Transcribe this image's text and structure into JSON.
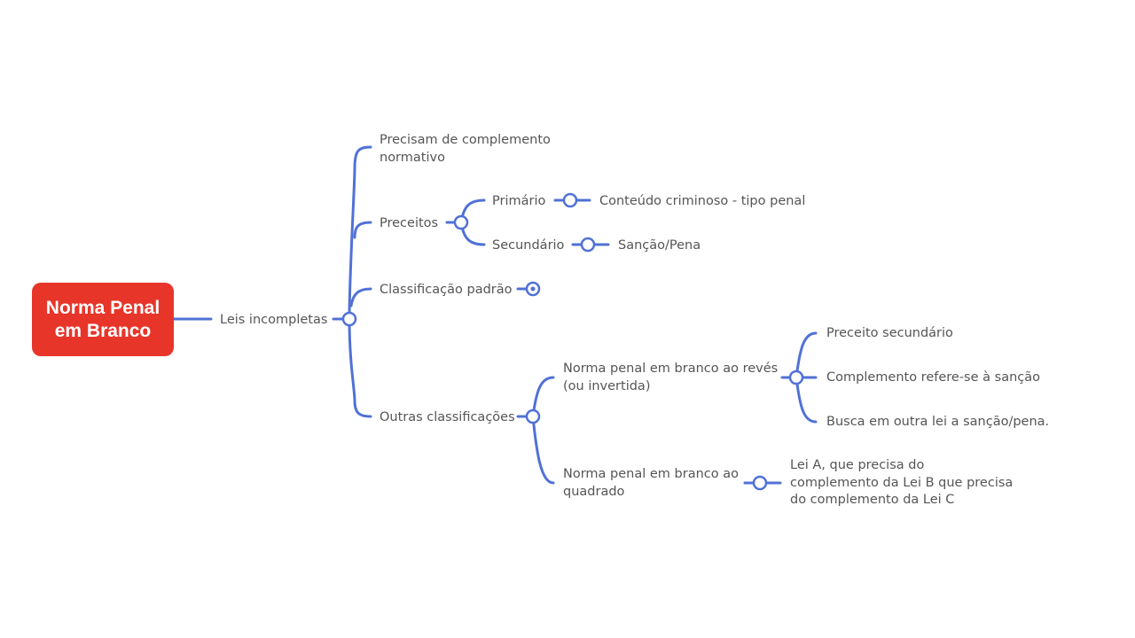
{
  "root": {
    "line1": "Norma Penal",
    "line2": "em Branco"
  },
  "leis_incompletas": "Leis incompletas",
  "precisam": {
    "line1": "Precisam de complemento",
    "line2": "normativo"
  },
  "preceitos": "Preceitos",
  "primario": "Primário",
  "conteudo": "Conteúdo criminoso - tipo penal",
  "secundario": "Secundário",
  "sancao_pena": "Sanção/Pena",
  "classificacao_padrao": "Classificação padrão",
  "outras_classificacoes": "Outras classificações",
  "reves": {
    "line1": "Norma penal em branco ao revés",
    "line2": "(ou invertida)"
  },
  "preceito_secundario": "Preceito secundário",
  "complemento_sancao": "Complemento refere-se à sanção",
  "busca_outra_lei": "Busca em outra lei a sanção/pena.",
  "quadrado": {
    "line1": "Norma penal em branco ao",
    "line2": "quadrado"
  },
  "lei_a": {
    "line1": "Lei A, que precisa do",
    "line2": "complemento da Lei B que precisa",
    "line3": "do complemento da Lei C"
  },
  "colors": {
    "root": "#e8352a",
    "edge": "#5071d6",
    "text": "#555555"
  }
}
